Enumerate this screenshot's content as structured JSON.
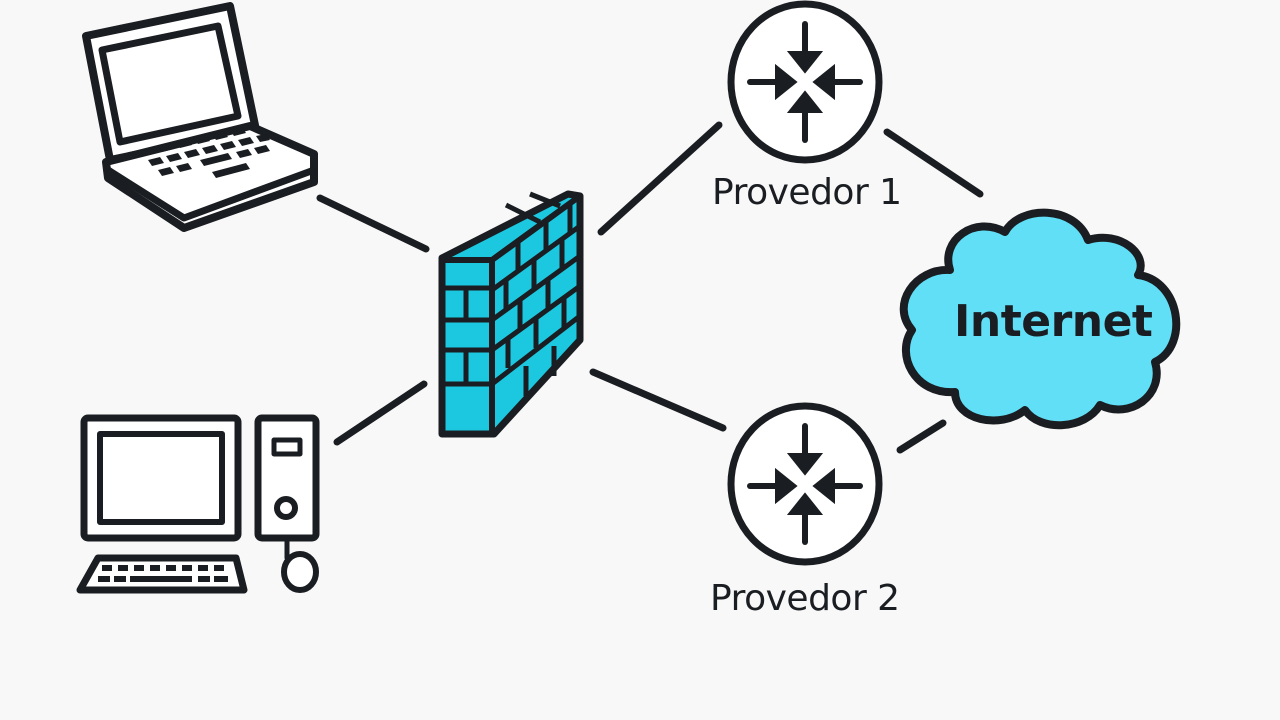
{
  "diagram": {
    "title": "",
    "colors": {
      "stroke": "#1a1d21",
      "firewall_fill": "#1cc8df",
      "cloud_fill": "#60dff7",
      "device_fill": "#ffffff",
      "background": "#f8f8f8"
    },
    "nodes": [
      {
        "id": "laptop",
        "type": "laptop",
        "icon": "laptop-icon",
        "label": ""
      },
      {
        "id": "desktop",
        "type": "desktop-computer",
        "icon": "desktop-computer-icon",
        "label": ""
      },
      {
        "id": "firewall",
        "type": "firewall",
        "icon": "brick-wall-icon",
        "label": ""
      },
      {
        "id": "provider1",
        "type": "router",
        "icon": "router-icon",
        "label": "Provedor 1"
      },
      {
        "id": "provider2",
        "type": "router",
        "icon": "router-icon",
        "label": "Provedor 2"
      },
      {
        "id": "internet",
        "type": "cloud",
        "icon": "cloud-icon",
        "label": "Internet"
      }
    ],
    "edges": [
      {
        "from": "laptop",
        "to": "firewall"
      },
      {
        "from": "desktop",
        "to": "firewall"
      },
      {
        "from": "firewall",
        "to": "provider1"
      },
      {
        "from": "firewall",
        "to": "provider2"
      },
      {
        "from": "provider1",
        "to": "internet"
      },
      {
        "from": "provider2",
        "to": "internet"
      }
    ]
  }
}
